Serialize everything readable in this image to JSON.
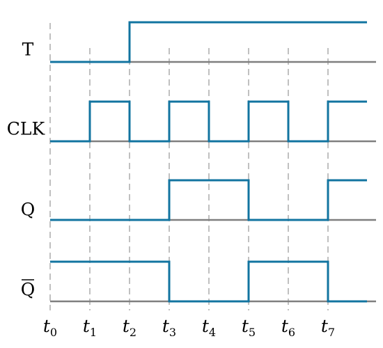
{
  "signals": [
    {
      "id": "t",
      "label": "T",
      "overbar": false,
      "initial": 0,
      "transitions": [
        2
      ]
    },
    {
      "id": "clk",
      "label": "CLK",
      "overbar": false,
      "initial": 0,
      "transitions": [
        1,
        2,
        3,
        4,
        5,
        6,
        7
      ]
    },
    {
      "id": "q",
      "label": "Q",
      "overbar": false,
      "initial": 0,
      "transitions": [
        3,
        5,
        7
      ]
    },
    {
      "id": "qbar",
      "label": "Q",
      "overbar": true,
      "initial": 1,
      "transitions": [
        3,
        5,
        7
      ]
    }
  ],
  "time_markers": [
    {
      "base": "t",
      "sub": "0"
    },
    {
      "base": "t",
      "sub": "1"
    },
    {
      "base": "t",
      "sub": "2"
    },
    {
      "base": "t",
      "sub": "3"
    },
    {
      "base": "t",
      "sub": "4"
    },
    {
      "base": "t",
      "sub": "5"
    },
    {
      "base": "t",
      "sub": "6"
    },
    {
      "base": "t",
      "sub": "7"
    }
  ],
  "colors": {
    "signal": "#1274a0",
    "baseline": "#7f7f7f",
    "guide": "#c0c0c0",
    "text": "#000000"
  }
}
